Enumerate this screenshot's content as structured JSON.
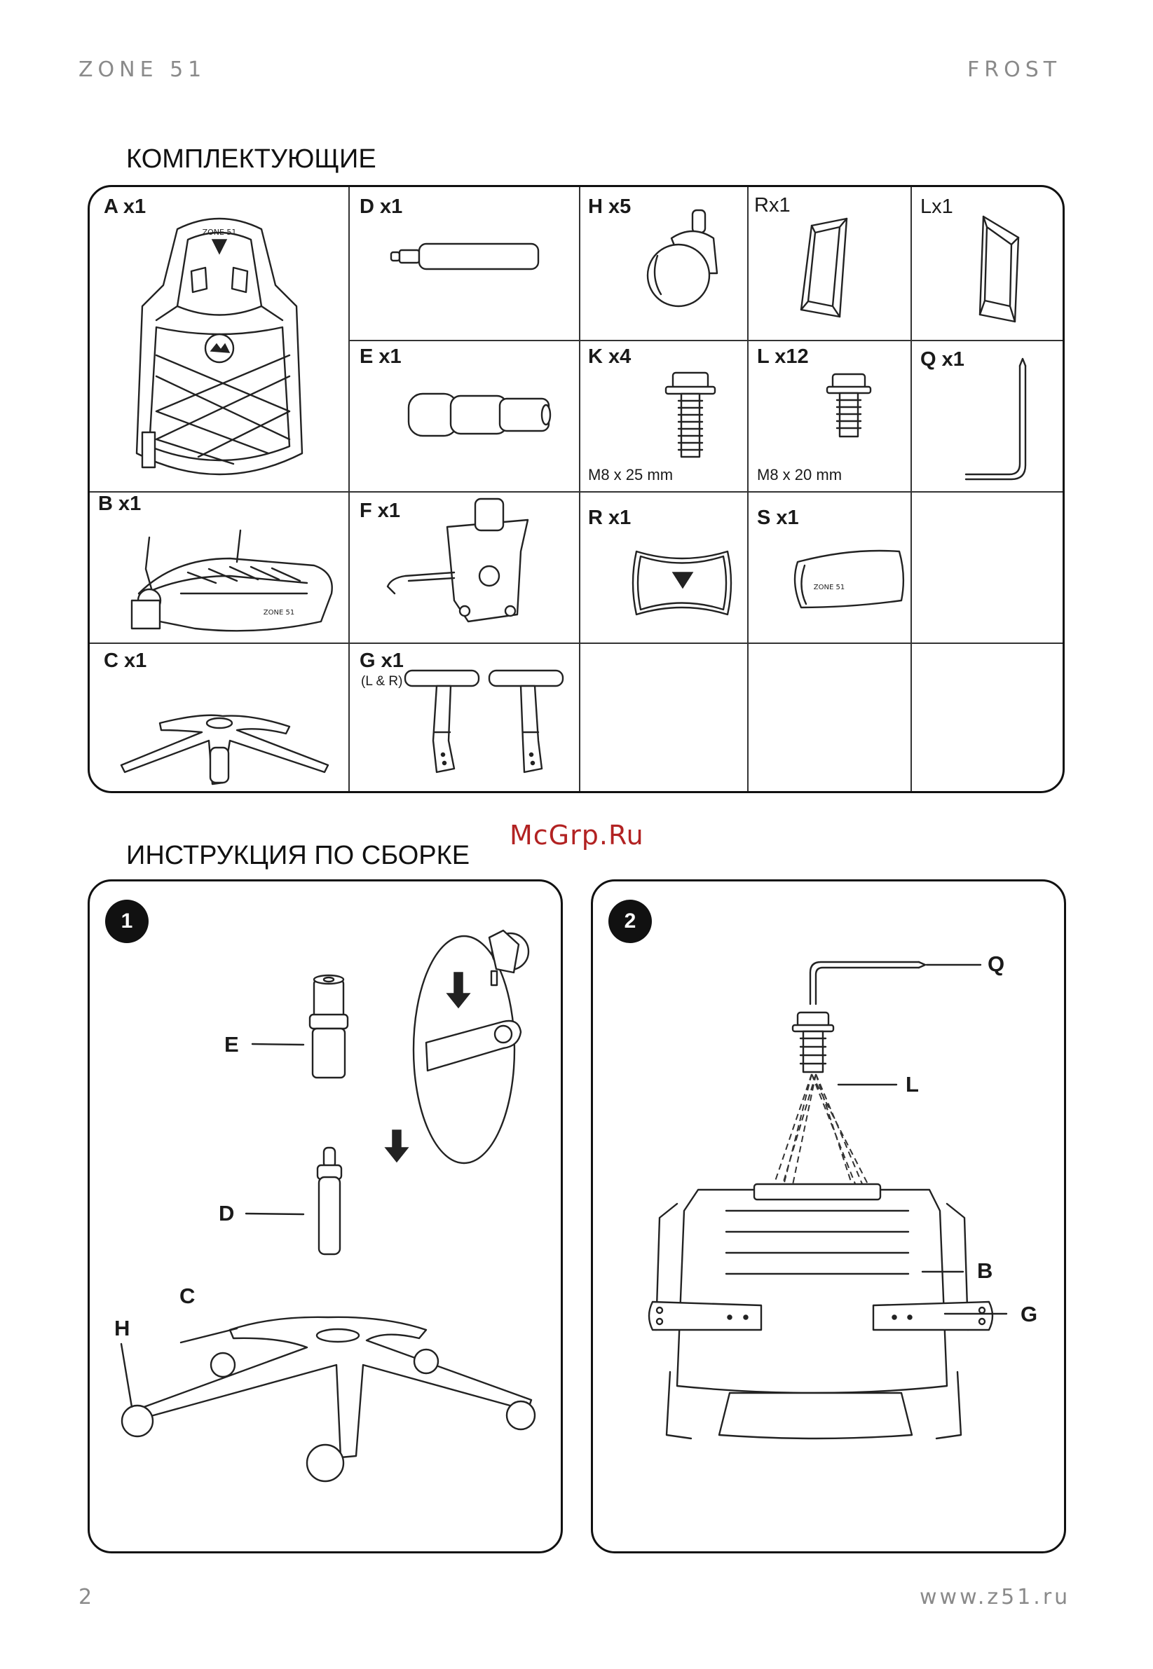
{
  "header": {
    "brand_left": "ZONE 51",
    "brand_right": "FROST"
  },
  "parts_section": {
    "title": "КОМПЛЕКТУЮЩИЕ",
    "cells": {
      "A": {
        "label": "A x1"
      },
      "D": {
        "label": "D x1"
      },
      "H": {
        "label": "H x5"
      },
      "R_top": {
        "label": "Rx1"
      },
      "L_top": {
        "label": "Lx1"
      },
      "E": {
        "label": "E x1"
      },
      "K": {
        "label": "K x4",
        "note": "M8 x 25 mm"
      },
      "L12": {
        "label": "L x12",
        "note": "M8 x 20 mm"
      },
      "Q": {
        "label": "Q x1"
      },
      "B": {
        "label": "B x1"
      },
      "F": {
        "label": "F x1"
      },
      "R": {
        "label": "R x1"
      },
      "S": {
        "label": "S x1"
      },
      "C": {
        "label": "C x1"
      },
      "G": {
        "label": "G x1",
        "note": "(L & R)"
      }
    },
    "product_print": {
      "logo_text": "ZONE 51"
    }
  },
  "watermark": "McGrp.Ru",
  "assembly_section": {
    "title": "ИНСТРУКЦИЯ ПО СБОРКЕ",
    "step1": {
      "number": "1",
      "callouts": {
        "E": "E",
        "D": "D",
        "C": "C",
        "H": "H"
      }
    },
    "step2": {
      "number": "2",
      "callouts": {
        "Q": "Q",
        "L": "L",
        "B": "B",
        "G": "G"
      }
    }
  },
  "footer": {
    "page_number": "2",
    "url": "www.z51.ru"
  }
}
